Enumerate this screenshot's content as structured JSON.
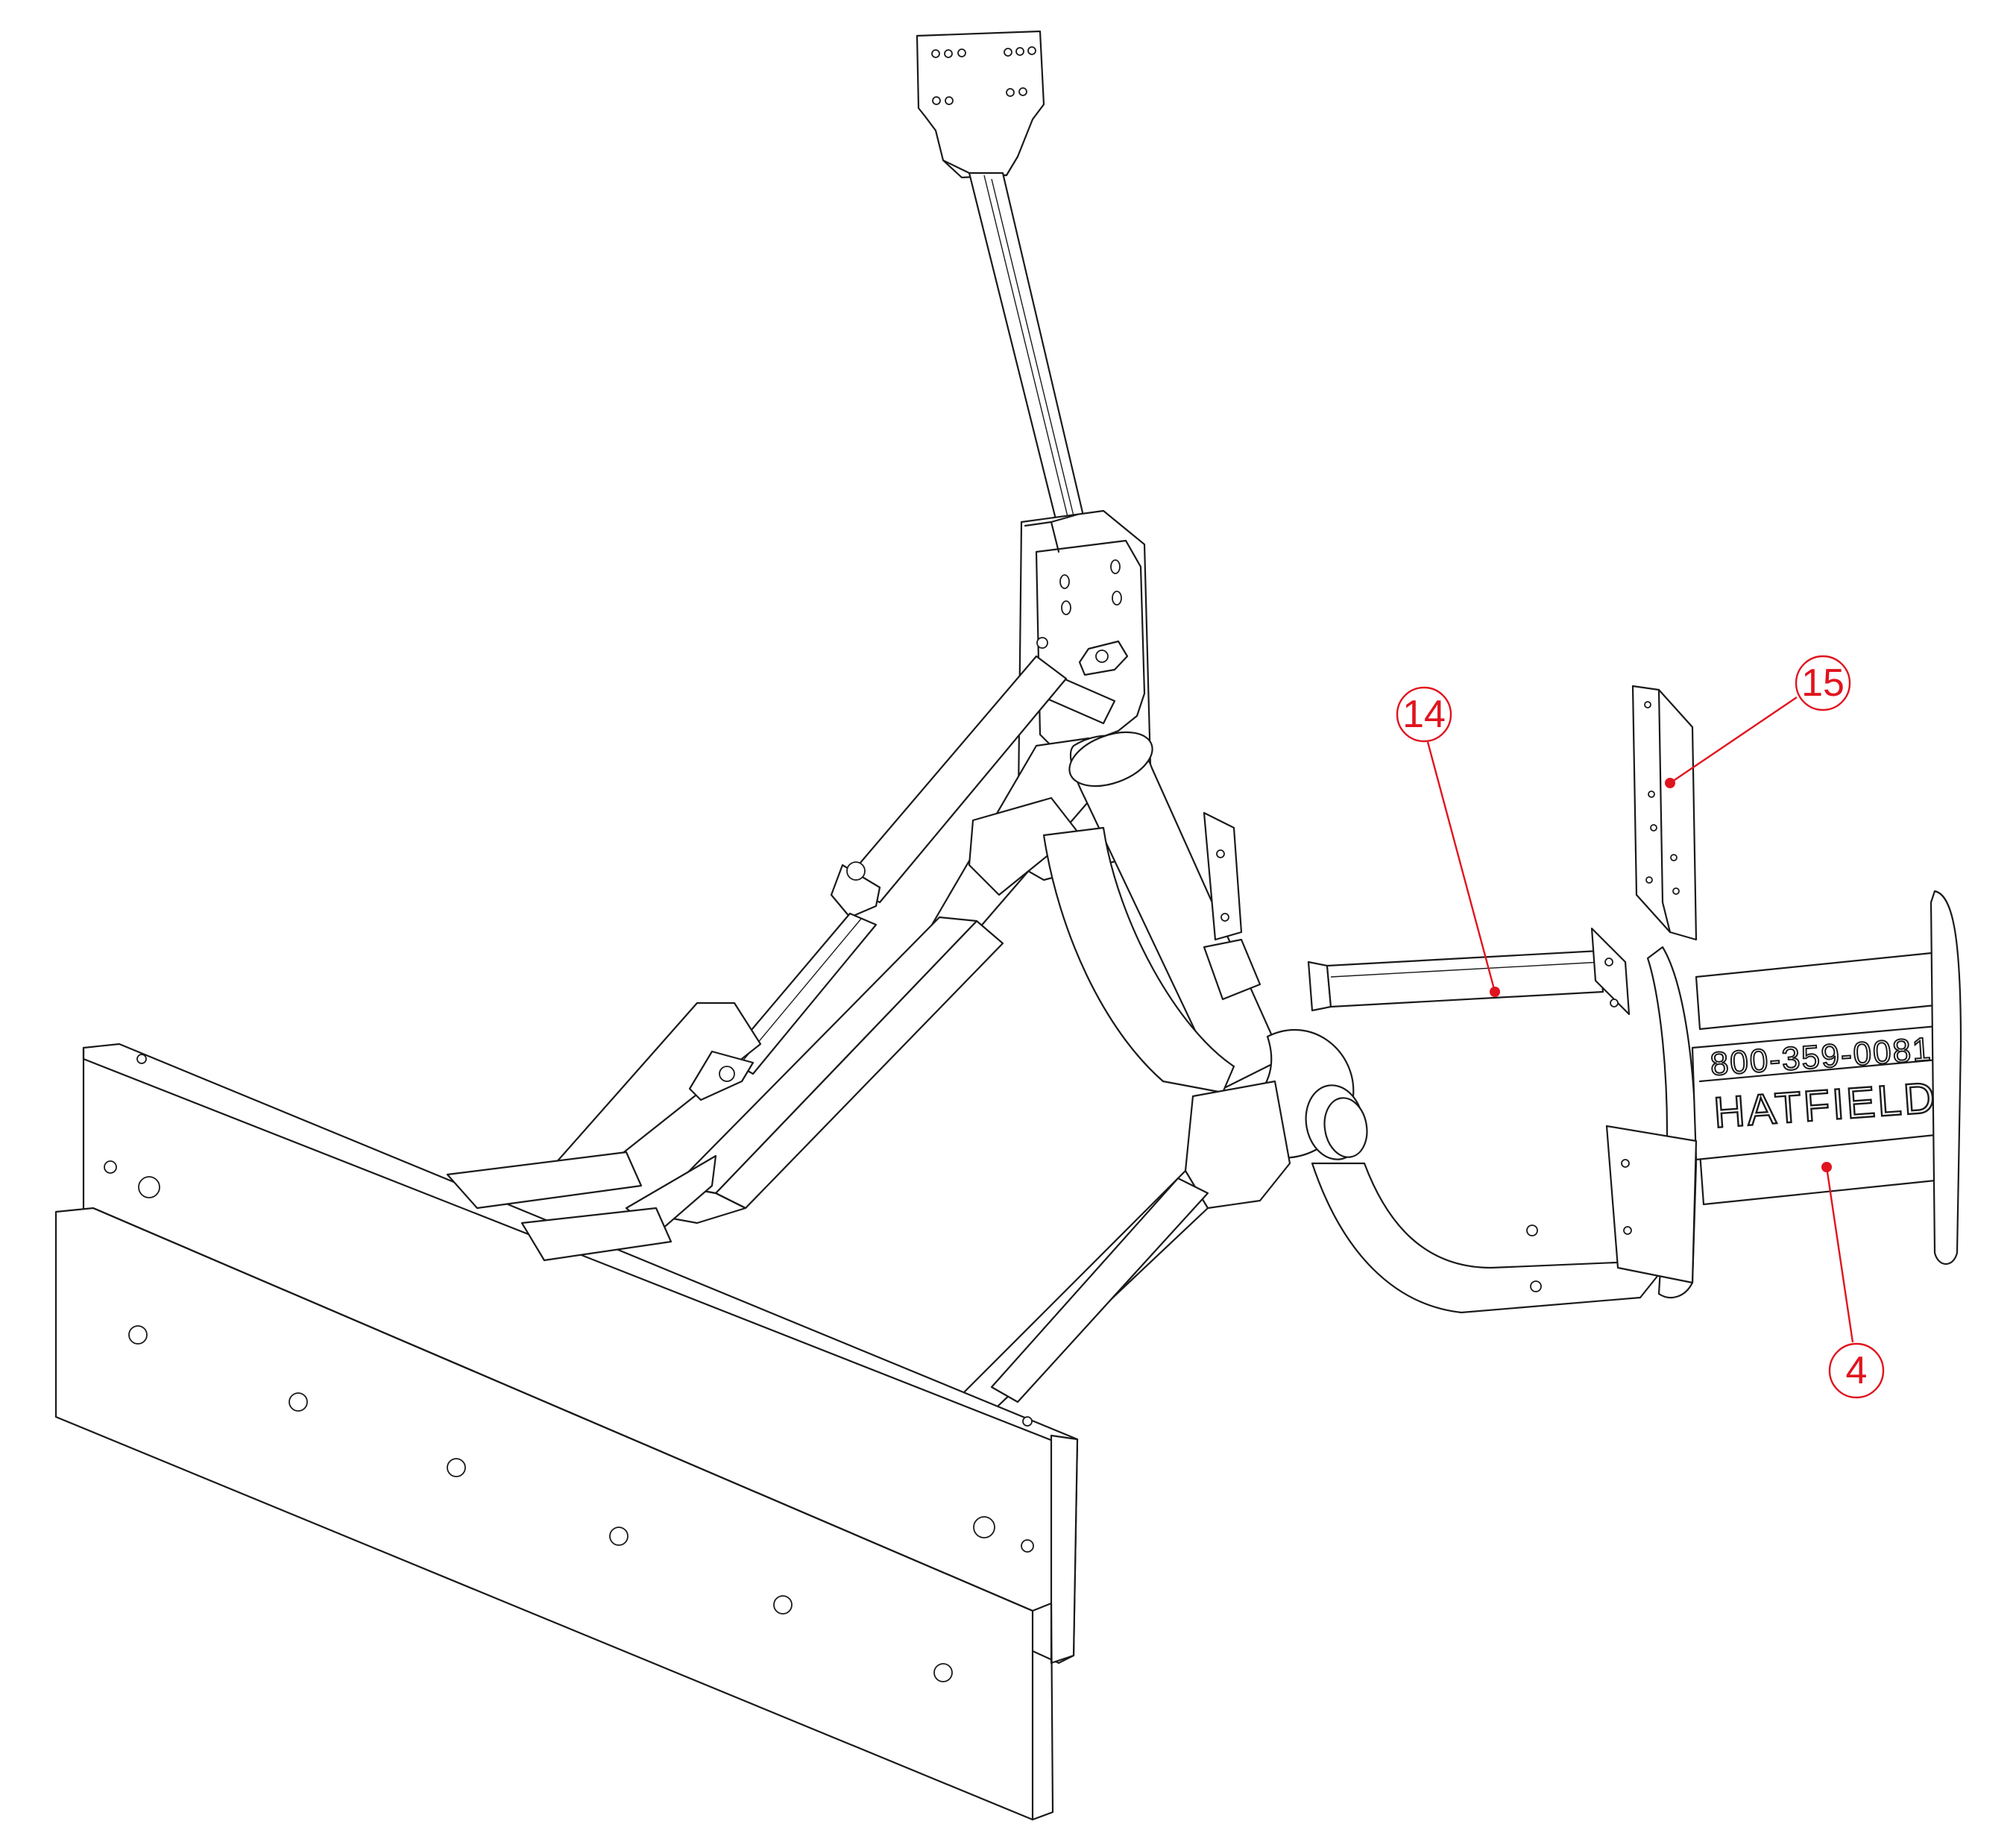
{
  "drawing": {
    "brand": "HATFIELD",
    "phone": "800-359-0081"
  },
  "callouts": [
    {
      "id": "callout-14",
      "label": "14"
    },
    {
      "id": "callout-15",
      "label": "15"
    },
    {
      "id": "callout-4",
      "label": "4"
    }
  ],
  "colors": {
    "callout": "#e0141e",
    "line": "#1a1a1a",
    "background": "#ffffff"
  }
}
